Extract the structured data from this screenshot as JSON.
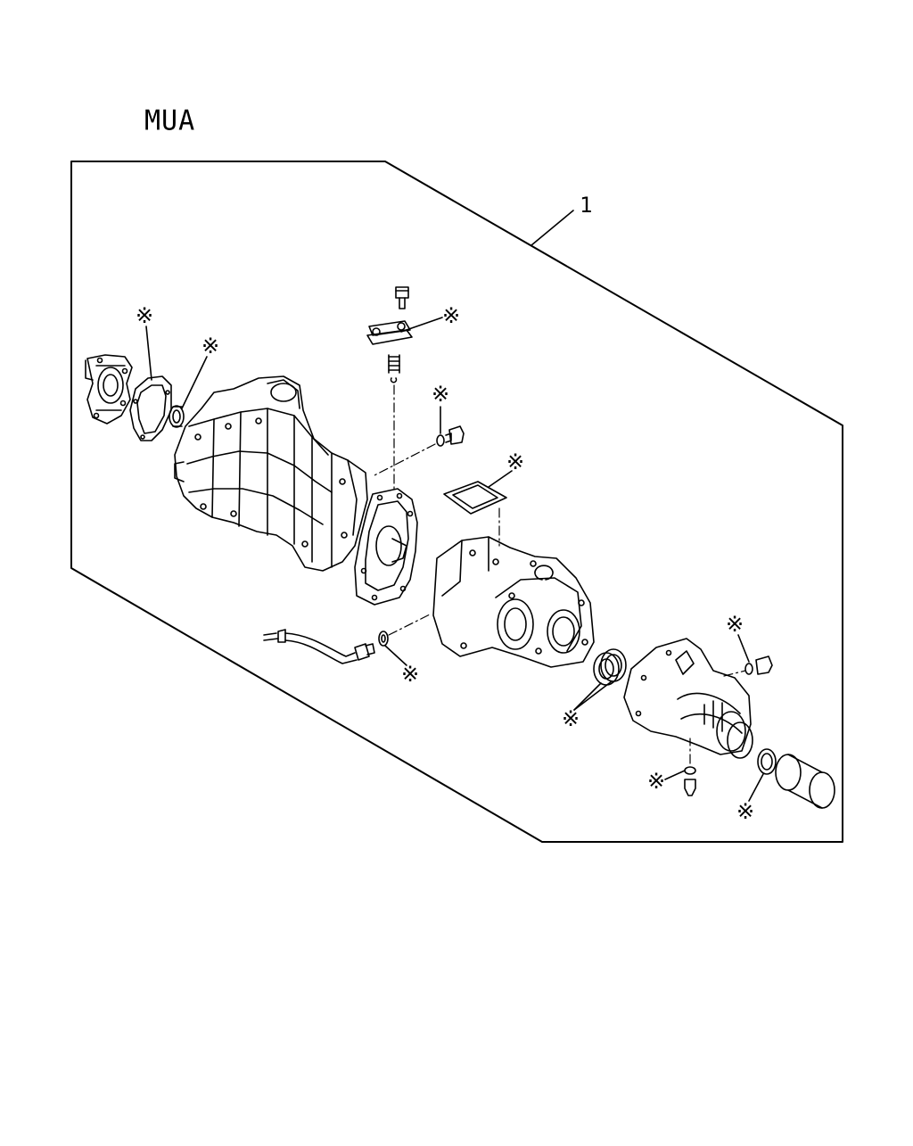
{
  "diagram": {
    "model_code": "MUA",
    "assembly_ref": "1",
    "replace_marker": "※",
    "line_color": "#000000",
    "background": "#ffffff",
    "parts": [
      {
        "name": "rear-extension-housing",
        "marked": false
      },
      {
        "name": "rear-cover-gasket",
        "marked": true
      },
      {
        "name": "rear-oil-seal",
        "marked": true
      },
      {
        "name": "main-transmission-case",
        "marked": false
      },
      {
        "name": "shift-bolt",
        "marked": false
      },
      {
        "name": "shift-plate-gasket",
        "marked": true
      },
      {
        "name": "detent-spring",
        "marked": false
      },
      {
        "name": "drain-plug-washer",
        "marked": true
      },
      {
        "name": "adapter-plate",
        "marked": false
      },
      {
        "name": "top-cover-gasket",
        "marked": true
      },
      {
        "name": "intermediate-case",
        "marked": false
      },
      {
        "name": "speedometer-cable-washer",
        "marked": true
      },
      {
        "name": "front-seal-pair",
        "marked": true
      },
      {
        "name": "transfer-front-housing",
        "marked": false
      },
      {
        "name": "filler-plug-washer",
        "marked": true
      },
      {
        "name": "drain-plug-washer-lower",
        "marked": true
      },
      {
        "name": "front-output-seal",
        "marked": true
      },
      {
        "name": "dust-cover-sleeve",
        "marked": false
      }
    ]
  }
}
